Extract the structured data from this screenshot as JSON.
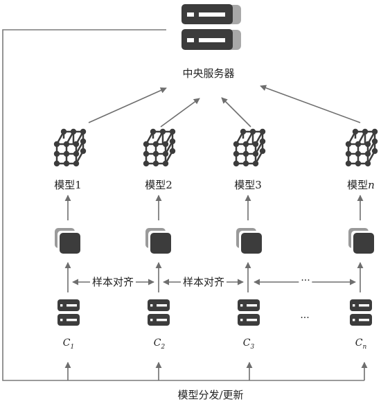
{
  "server_label": "中央服务器",
  "models": [
    {
      "prefix": "模型",
      "suffix": "1"
    },
    {
      "prefix": "模型",
      "suffix": "2"
    },
    {
      "prefix": "模型",
      "suffix": "3"
    },
    {
      "prefix": "模型",
      "suffix": "n"
    }
  ],
  "clients": [
    {
      "main": "C",
      "sub": "1"
    },
    {
      "main": "C",
      "sub": "2"
    },
    {
      "main": "C",
      "sub": "3"
    },
    {
      "main": "C",
      "sub": "n"
    }
  ],
  "align_labels": [
    "样本对齐",
    "样本对齐"
  ],
  "ellipsis": "···",
  "bottom_label": "模型分发/更新",
  "colors": {
    "icon_dark": "#3c3c3c",
    "icon_gray": "#9a9a9a",
    "arrow": "#6e6e6e",
    "line": "#7a7a7a"
  }
}
